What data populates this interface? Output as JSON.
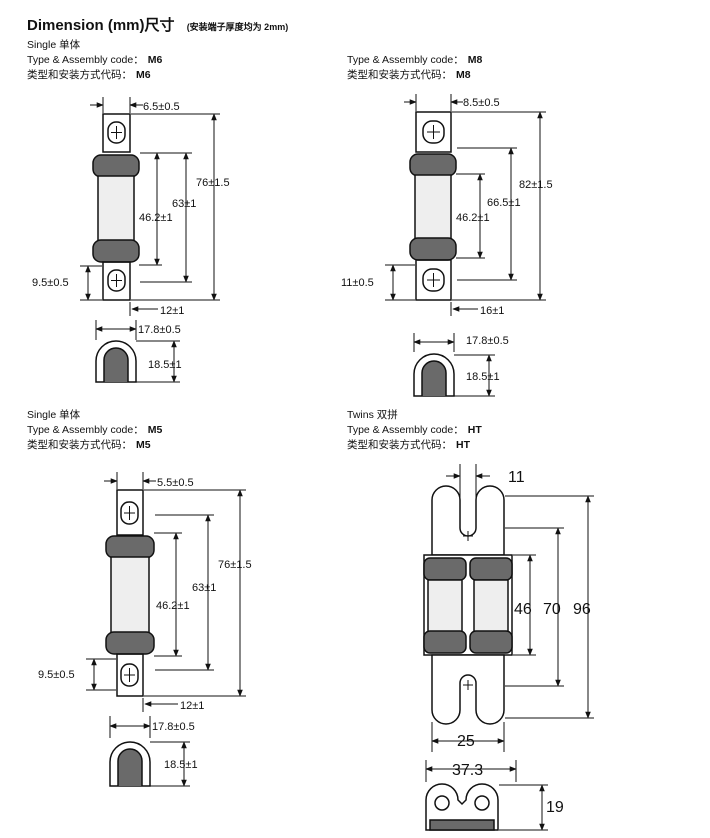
{
  "title": {
    "main": "Dimension (mm)尺寸",
    "note": "(安装端子厚度均为 2mm)"
  },
  "panels": [
    {
      "mode": "Single 单体",
      "type_label": "Type & Assembly code：",
      "type_code": "M6",
      "cn_label": "类型和安装方式代码：",
      "cn_code": "M6",
      "dims": {
        "width": "6.5±0.5",
        "overall": "76±1.5",
        "mid": "63±1",
        "body": "46.2±1",
        "terminal": "9.5±0.5",
        "diameter": "12±1",
        "side_width": "17.8±0.5",
        "side_height": "18.5±1"
      }
    },
    {
      "mode": "",
      "type_label": "Type & Assembly code：",
      "type_code": "M8",
      "cn_label": "类型和安装方式代码：",
      "cn_code": "M8",
      "dims": {
        "width": "8.5±0.5",
        "overall": "82±1.5",
        "mid": "66.5±1",
        "body": "46.2±1",
        "terminal": "11±0.5",
        "diameter": "16±1",
        "side_width": "17.8±0.5",
        "side_height": "18.5±1"
      }
    },
    {
      "mode": "Single 单体",
      "type_label": "Type & Assembly code：",
      "type_code": "M5",
      "cn_label": "类型和安装方式代码：",
      "cn_code": "M5",
      "dims": {
        "width": "5.5±0.5",
        "overall": "76±1.5",
        "mid": "63±1",
        "body": "46.2±1",
        "terminal": "9.5±0.5",
        "diameter": "12±1",
        "side_width": "17.8±0.5",
        "side_height": "18.5±1"
      }
    },
    {
      "mode": "Twins 双拼",
      "type_label": "Type & Assembly code：",
      "type_code": "HT",
      "cn_label": "类型和安装方式代码：",
      "cn_code": "HT",
      "dims": {
        "slot": "11",
        "body": "46",
        "mid": "70",
        "overall": "96",
        "base": "25",
        "width": "37.3",
        "height": "19"
      }
    }
  ]
}
